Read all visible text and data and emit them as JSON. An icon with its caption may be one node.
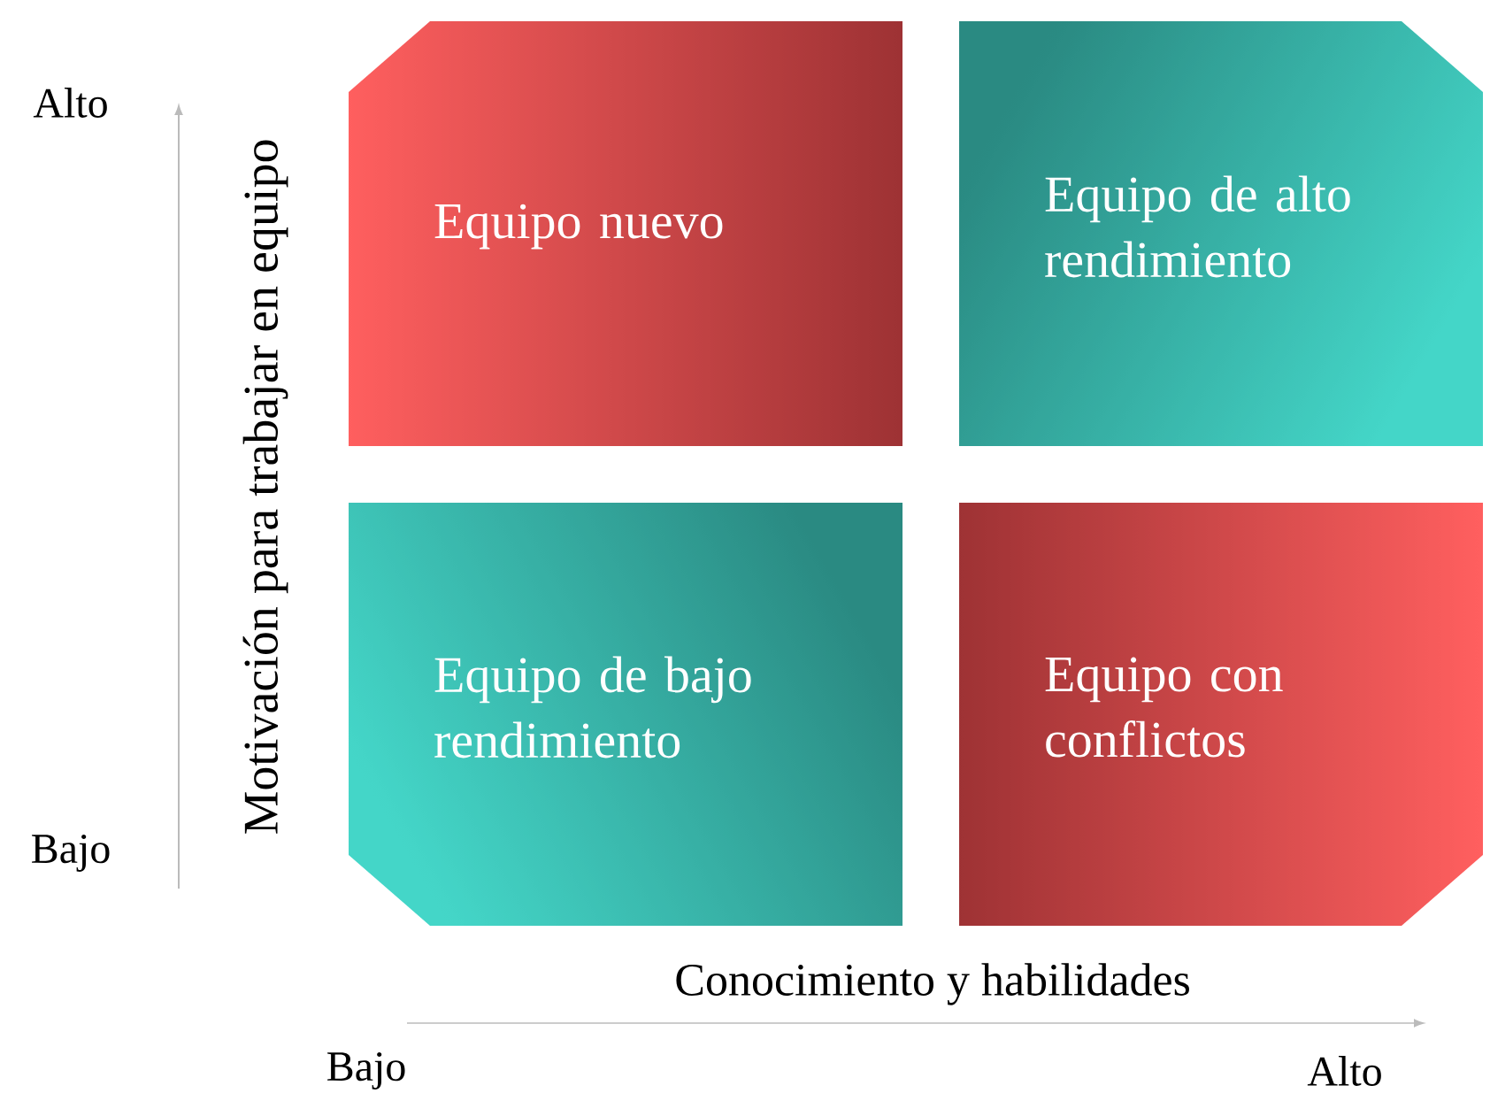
{
  "diagram": {
    "nodes": [
      {
        "text": [
          "Equipo nuevo"
        ]
      },
      {
        "text": [
          "Equipo de alto rendimiento"
        ]
      },
      {
        "text": [
          "Equipo de bajo rendimiento"
        ]
      },
      {
        "text": [
          "Equipo con conflictos"
        ]
      }
    ],
    "labels": [
      "Alto",
      "Motivación para trabajar en equipo",
      "Bajo",
      "Conocimiento y habilidades",
      "Bajo",
      "Alto"
    ]
  }
}
